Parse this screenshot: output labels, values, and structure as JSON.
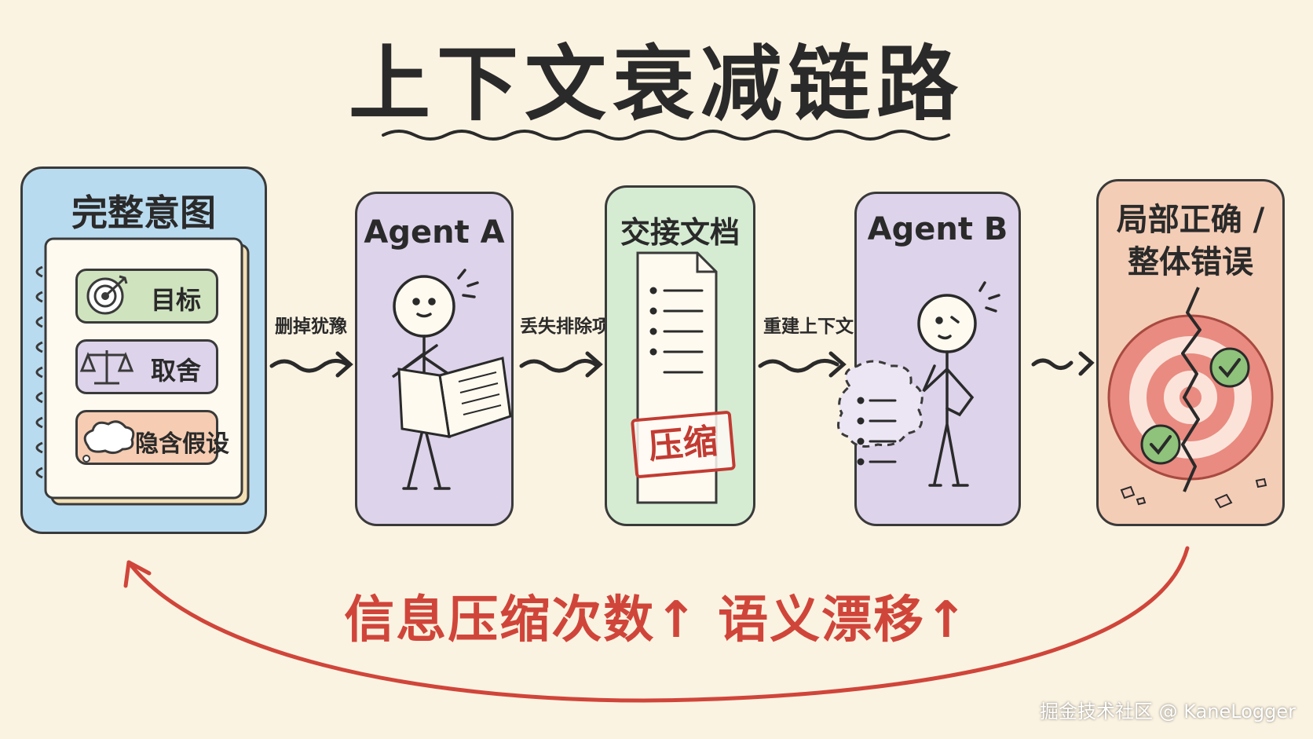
{
  "title": "上下文衰减链路",
  "panels": {
    "intent": {
      "title": "完整意图",
      "items": [
        "目标",
        "取舍",
        "隐含假设"
      ]
    },
    "agent_a": {
      "title": "Agent A"
    },
    "handoff": {
      "title": "交接文档",
      "stamp": "压缩"
    },
    "agent_b": {
      "title": "Agent B"
    },
    "result": {
      "title_line1": "局部正确 /",
      "title_line2": "整体错误"
    }
  },
  "edges": [
    "删掉犹豫",
    "丢失排除项",
    "重建上下文"
  ],
  "feedback": "信息压缩次数↑ 语义漂移↑",
  "watermark": "掘金技术社区 @ KaneLogger",
  "colors": {
    "intent_bg": "#b9dbf0",
    "agent_bg": "#ddd3ea",
    "handoff_bg": "#d5ecd3",
    "result_bg": "#f4cdb6",
    "accent_red": "#d0453a"
  }
}
